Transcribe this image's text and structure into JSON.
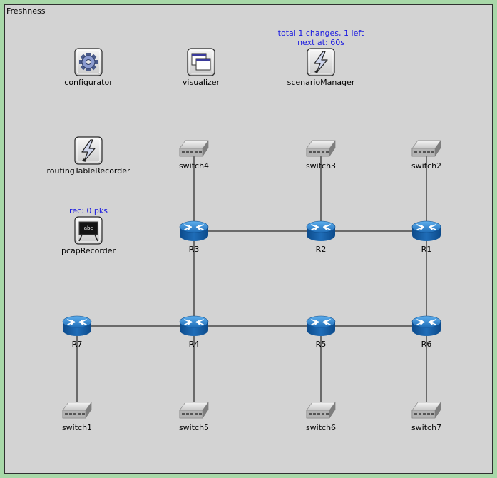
{
  "network": {
    "title": "Freshness"
  },
  "modules": [
    {
      "id": "configurator",
      "label": "configurator",
      "icon": "gear-icon"
    },
    {
      "id": "visualizer",
      "label": "visualizer",
      "icon": "window-icon"
    },
    {
      "id": "scenarioManager",
      "label": "scenarioManager",
      "icon": "lightning-icon",
      "status": [
        "total 1 changes, 1 left",
        "next at: 60s"
      ]
    },
    {
      "id": "routingTableRecorder",
      "label": "routingTableRecorder",
      "icon": "lightning-icon"
    },
    {
      "id": "pcapRecorder",
      "label": "pcapRecorder",
      "icon": "chalkboard-icon",
      "status": [
        "rec: 0 pks"
      ]
    }
  ],
  "routers": [
    "R1",
    "R2",
    "R3",
    "R4",
    "R5",
    "R6",
    "R7"
  ],
  "switches": [
    "switch1",
    "switch2",
    "switch3",
    "switch4",
    "switch5",
    "switch6",
    "switch7"
  ],
  "links": [
    [
      "switch4",
      "R3"
    ],
    [
      "switch3",
      "R2"
    ],
    [
      "switch2",
      "R1"
    ],
    [
      "R3",
      "R2"
    ],
    [
      "R2",
      "R1"
    ],
    [
      "R3",
      "R4"
    ],
    [
      "R1",
      "R6"
    ],
    [
      "R7",
      "R4"
    ],
    [
      "R4",
      "R5"
    ],
    [
      "R5",
      "R6"
    ],
    [
      "R7",
      "switch1"
    ],
    [
      "R4",
      "switch5"
    ],
    [
      "R5",
      "switch6"
    ],
    [
      "R6",
      "switch7"
    ]
  ],
  "colors": {
    "border": "#a8d8a8",
    "canvas": "#d3d3d3",
    "status_text": "#1a1ae0",
    "router_blue": "#1f6db8"
  }
}
